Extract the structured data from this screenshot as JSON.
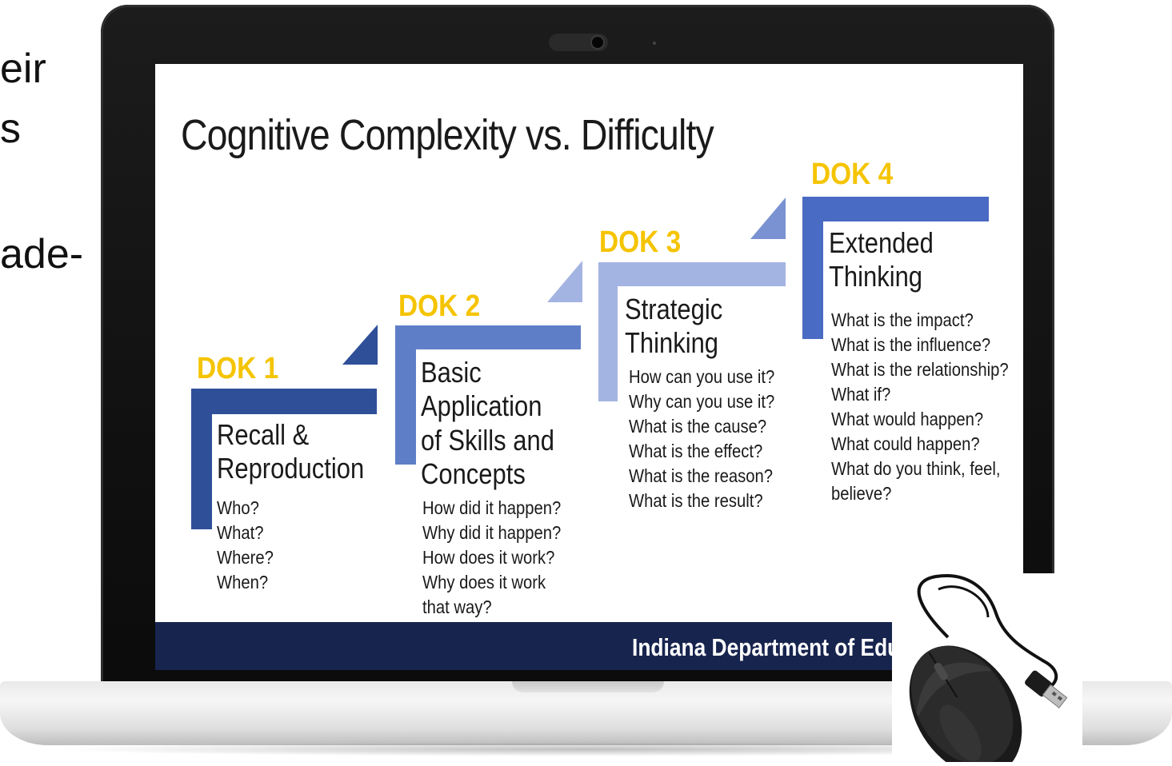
{
  "background_fragments": [
    "eir",
    "s",
    "ade-"
  ],
  "slide": {
    "title": "Cognitive Complexity vs. Difficulty",
    "footer": "Indiana Department of Edu",
    "colors": {
      "dok1": "#2f4f99",
      "dok2": "#5e7fc8",
      "dok3": "#a4b4e2",
      "dok4": "#4a6bc4",
      "label": "#f5c400",
      "footer": "#17244e"
    },
    "levels": [
      {
        "dok": "DOK 1",
        "title_lines": [
          "Recall &",
          "Reproduction"
        ],
        "questions": [
          "Who?",
          "What?",
          "Where?",
          "When?"
        ]
      },
      {
        "dok": "DOK 2",
        "title_lines": [
          "Basic",
          "Application",
          "of Skills and",
          "Concepts"
        ],
        "questions": [
          "How did it happen?",
          "Why did it happen?",
          "How does it work?",
          "Why does it work",
          "that way?"
        ]
      },
      {
        "dok": "DOK 3",
        "title_lines": [
          "Strategic",
          "Thinking"
        ],
        "questions": [
          "How can you use it?",
          "Why can you use it?",
          "What is the cause?",
          "What is the effect?",
          "What is the reason?",
          "What is the result?"
        ]
      },
      {
        "dok": "DOK 4",
        "title_lines": [
          "Extended",
          "Thinking"
        ],
        "questions": [
          "What is the impact?",
          "What is the influence?",
          "What is the relationship?",
          "What if?",
          "What would happen?",
          "What could happen?",
          "What do you think, feel,",
          "believe?"
        ]
      }
    ]
  },
  "icons": {
    "laptop": "laptop-icon",
    "mouse": "computer-mouse-icon"
  }
}
